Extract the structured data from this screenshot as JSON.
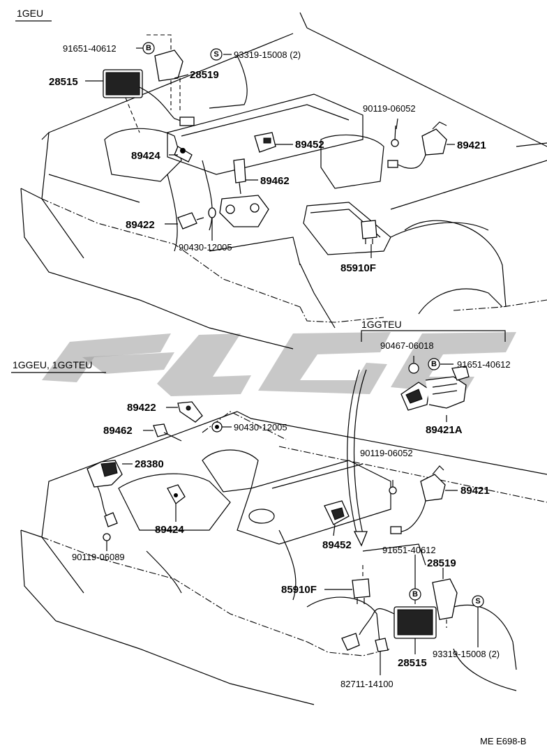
{
  "sections": {
    "top": "1GEU",
    "bottom": "1GGEU, 1GGTEU",
    "inset": "1GGTEU"
  },
  "badges": {
    "b": "B",
    "s": "S"
  },
  "top_labels": {
    "p91651_40612": "91651-40612",
    "p93319_15008": "93319-15008 (2)",
    "p28515": "28515",
    "p28519": "28519",
    "p90119_06052": "90119-06052",
    "p89424": "89424",
    "p89452": "89452",
    "p89421": "89421",
    "p89462": "89462",
    "p89422": "89422",
    "p90430_12005": "90430-12005",
    "p85910f": "85910F"
  },
  "inset_labels": {
    "p90467_06018": "90467-06018",
    "p91651_40612": "91651-40612",
    "p89421a": "89421A"
  },
  "bottom_labels": {
    "p89422": "89422",
    "p90430_12005": "90430-12005",
    "p89462": "89462",
    "p28380": "28380",
    "p90119_06052": "90119-06052",
    "p89421": "89421",
    "p89424": "89424",
    "p89452": "89452",
    "p90119_06089": "90119-06089",
    "p91651_40612": "91651-40612",
    "p28519": "28519",
    "p85910f": "85910F",
    "p93319_15008": "93319-15008 (2)",
    "p28515": "28515",
    "p82711_14100": "82711-14100"
  },
  "footer": {
    "code": "ME E698-B"
  }
}
